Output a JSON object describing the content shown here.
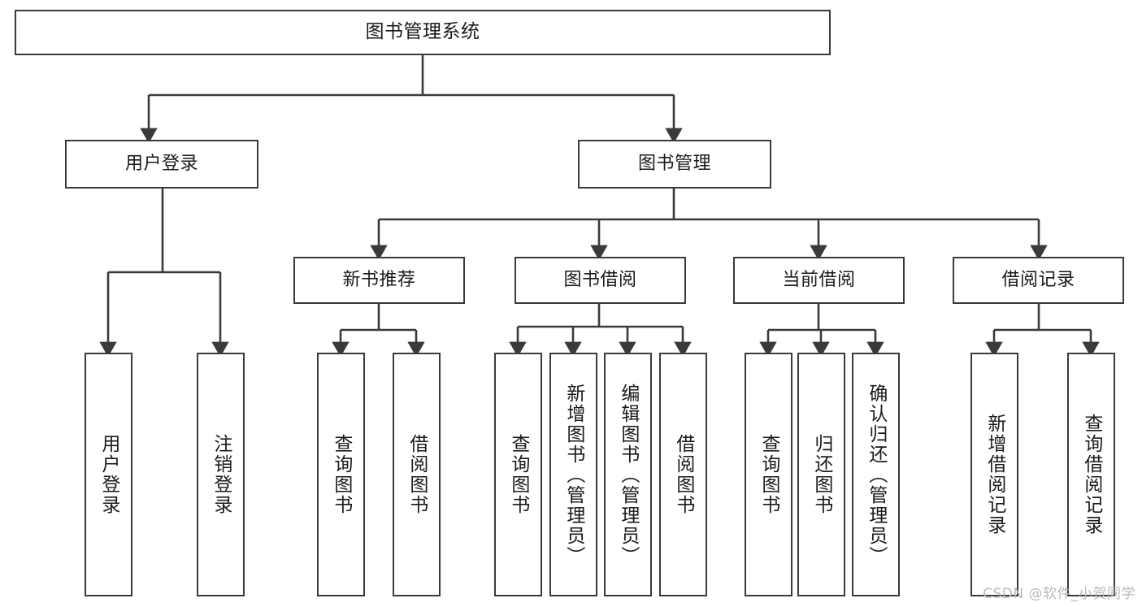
{
  "diagram": {
    "title": "图书管理系统",
    "watermark": "CSDN @软件_小贺同学",
    "stroke_color": "#3a3a3a",
    "fill_color": "#ffffff",
    "text_color": "#1a1a1a",
    "watermark_color": "#b9b9b9",
    "nodes": {
      "root": {
        "label": "图书管理系统"
      },
      "level2": [
        {
          "id": "user-login",
          "label": "用户登录"
        },
        {
          "id": "book-manage",
          "label": "图书管理"
        }
      ],
      "level3": [
        {
          "id": "new-book-recommend",
          "label": "新书推荐"
        },
        {
          "id": "book-borrow",
          "label": "图书借阅"
        },
        {
          "id": "current-borrow",
          "label": "当前借阅"
        },
        {
          "id": "borrow-record",
          "label": "借阅记录"
        }
      ],
      "leaves": {
        "user-login": [
          {
            "id": "leaf-user-login",
            "label": "用户登录"
          },
          {
            "id": "leaf-user-logout",
            "label": "注销登录"
          }
        ],
        "new-book-recommend": [
          {
            "id": "leaf-query-book-1",
            "label": "查询图书"
          },
          {
            "id": "leaf-borrow-book-1",
            "label": "借阅图书"
          }
        ],
        "book-borrow": [
          {
            "id": "leaf-query-book-2",
            "label": "查询图书"
          },
          {
            "id": "leaf-add-book",
            "label": "新增图书（管理员）"
          },
          {
            "id": "leaf-edit-book",
            "label": "编辑图书（管理员）"
          },
          {
            "id": "leaf-borrow-book-2",
            "label": "借阅图书"
          }
        ],
        "current-borrow": [
          {
            "id": "leaf-query-book-3",
            "label": "查询图书"
          },
          {
            "id": "leaf-return-book",
            "label": "归还图书"
          },
          {
            "id": "leaf-confirm-return",
            "label": "确认归还（管理员）"
          }
        ],
        "borrow-record": [
          {
            "id": "leaf-add-record",
            "label": "新增借阅记录"
          },
          {
            "id": "leaf-query-record",
            "label": "查询借阅记录"
          }
        ]
      }
    }
  }
}
